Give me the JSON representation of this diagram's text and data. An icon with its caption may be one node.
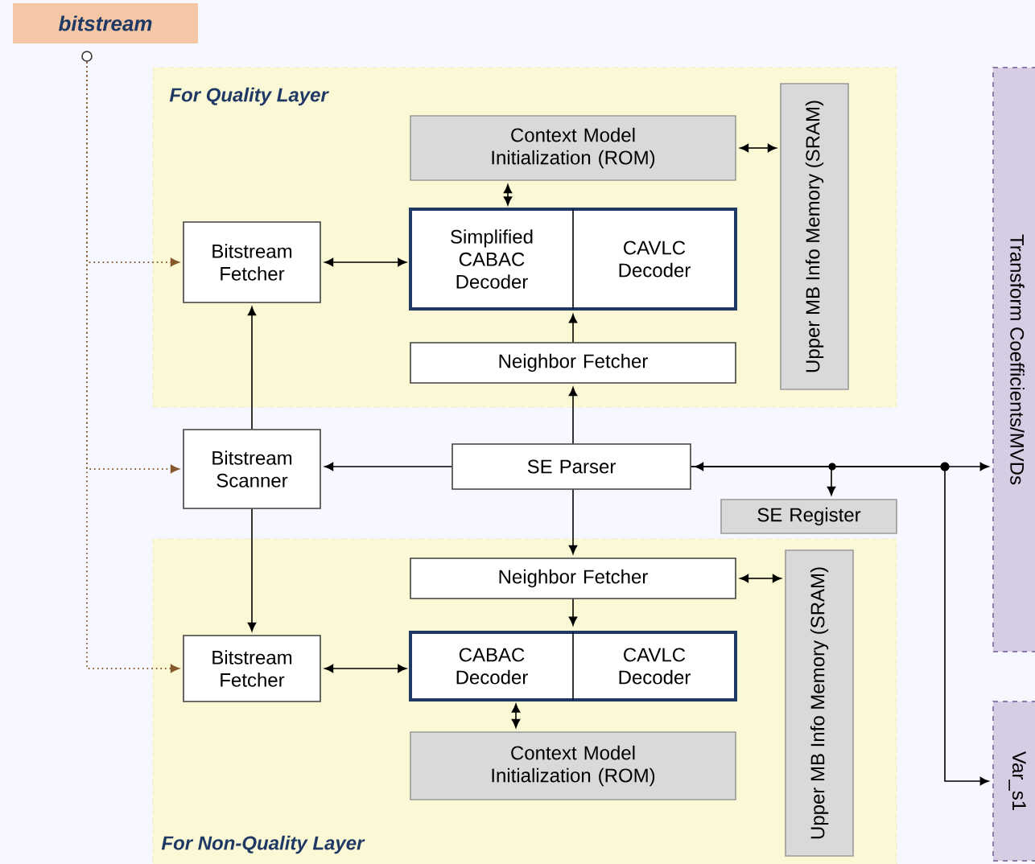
{
  "diagram": {
    "nodes": [
      {
        "text": [
          "bitstream"
        ]
      },
      {
        "text": [],
        "shape": "circle"
      },
      {
        "text": [
          "For Quality Layer"
        ]
      },
      {
        "text": [
          "Context Model Initialization (ROM)"
        ],
        "in": 2
      },
      {
        "text": [
          "Upper MB Info Memory (SRAM)"
        ],
        "in": 2
      },
      {
        "text": [
          "Bitstream Fetcher"
        ],
        "in": 2
      },
      {
        "text": [],
        "shape": "box",
        "in": 2
      },
      {
        "text": [
          "Simplified CABAC Decoder"
        ],
        "in": 6
      },
      {
        "text": [
          "CAVLC Decoder"
        ],
        "in": 6
      },
      {
        "text": [
          "Neighbor Fetcher"
        ],
        "in": 2
      },
      {
        "text": [
          "Bitstream Scanner"
        ]
      },
      {
        "text": [
          "SE Parser"
        ]
      },
      {
        "text": [
          "SE Register"
        ]
      },
      {
        "text": [
          "For Non-Quality Layer"
        ]
      },
      {
        "text": [
          "Neighbor Fetcher"
        ],
        "in": 13
      },
      {
        "text": [
          "Upper MB Info Memory (SRAM)"
        ],
        "in": 13
      },
      {
        "text": [
          "Bitstream Fetcher"
        ],
        "in": 13
      },
      {
        "text": [],
        "shape": "box",
        "in": 13
      },
      {
        "text": [
          "CABAC Decoder"
        ],
        "in": 17
      },
      {
        "text": [
          "CAVLC Decoder"
        ],
        "in": 17
      },
      {
        "text": [
          "Context Model Initialization (ROM)"
        ],
        "in": 13
      },
      {
        "text": [
          "Transform Coefficients/MVDs"
        ]
      },
      {
        "text": [
          "Var_s1"
        ]
      }
    ],
    "edges": [
      {
        "from": 1,
        "to": 5,
        "arrow": "to",
        "style": "dashed",
        "color": "#86592d"
      },
      {
        "from": 1,
        "to": 10,
        "arrow": "to",
        "style": "dashed",
        "color": "#86592d"
      },
      {
        "from": 1,
        "to": 16,
        "arrow": "to",
        "style": "dashed",
        "color": "#86592d"
      },
      {
        "from": 5,
        "to": 7,
        "arrow": "both"
      },
      {
        "from": 3,
        "to": 7,
        "arrow": "both"
      },
      {
        "from": 3,
        "to": 4,
        "arrow": "both"
      },
      {
        "from": 9,
        "to": 6,
        "arrow": "to"
      },
      {
        "from": 11,
        "to": 9,
        "arrow": "to"
      },
      {
        "from": 10,
        "to": 5,
        "arrow": "to"
      },
      {
        "from": 11,
        "to": 10,
        "arrow": "to"
      },
      {
        "from": 10,
        "to": 16,
        "arrow": "to"
      },
      {
        "from": 11,
        "to": 14,
        "arrow": "to"
      },
      {
        "from": 14,
        "to": 17,
        "arrow": "to"
      },
      {
        "from": 14,
        "to": 15,
        "arrow": "both"
      },
      {
        "from": 16,
        "to": 18,
        "arrow": "both"
      },
      {
        "from": 18,
        "to": 20,
        "arrow": "both"
      },
      {
        "from": 11,
        "to": 12,
        "arrow": "to"
      },
      {
        "from": 11,
        "to": 21,
        "arrow": "both"
      },
      {
        "from": 11,
        "to": 22,
        "arrow": "to"
      }
    ]
  }
}
